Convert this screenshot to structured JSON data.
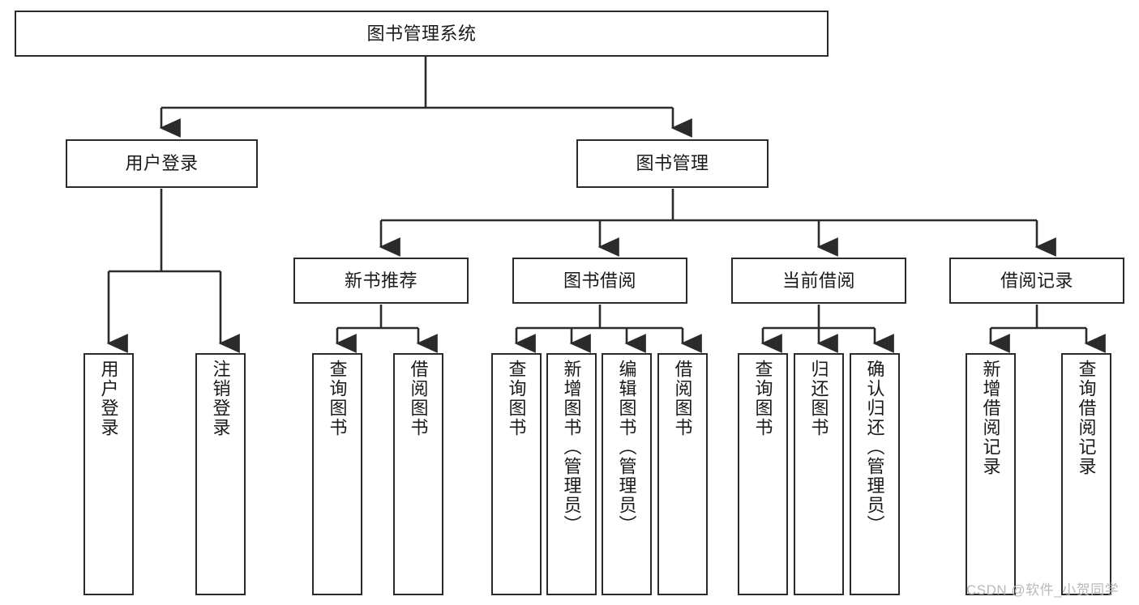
{
  "diagram": {
    "title": "图书管理系统",
    "type": "tree-hierarchy",
    "orientation": "top-down"
  },
  "nodes": {
    "root": {
      "label": "图书管理系统"
    },
    "level2": [
      {
        "id": "user-login",
        "label": "用户登录"
      },
      {
        "id": "book-manage",
        "label": "图书管理"
      }
    ],
    "level3": [
      {
        "id": "new-book-recommend",
        "label": "新书推荐"
      },
      {
        "id": "book-borrow",
        "label": "图书借阅"
      },
      {
        "id": "current-borrow",
        "label": "当前借阅"
      },
      {
        "id": "borrow-record",
        "label": "借阅记录"
      }
    ],
    "leaves": {
      "user_login": [
        {
          "id": "leaf-user-login",
          "label": "用户登录"
        },
        {
          "id": "leaf-logout-login",
          "label": "注销登录"
        }
      ],
      "new_book_recommend": [
        {
          "id": "leaf-query-book-1",
          "label": "查询图书"
        },
        {
          "id": "leaf-borrow-book-1",
          "label": "借阅图书"
        }
      ],
      "book_borrow": [
        {
          "id": "leaf-query-book-2",
          "label": "查询图书"
        },
        {
          "id": "leaf-add-book",
          "label": "新增图书（管理员）"
        },
        {
          "id": "leaf-edit-book",
          "label": "编辑图书（管理员）"
        },
        {
          "id": "leaf-borrow-book-2",
          "label": "借阅图书"
        }
      ],
      "current_borrow": [
        {
          "id": "leaf-query-book-3",
          "label": "查询图书"
        },
        {
          "id": "leaf-return-book",
          "label": "归还图书"
        },
        {
          "id": "leaf-confirm-return",
          "label": "确认归还（管理员）"
        }
      ],
      "borrow_record": [
        {
          "id": "leaf-add-record",
          "label": "新增借阅记录"
        },
        {
          "id": "leaf-query-record",
          "label": "查询借阅记录"
        }
      ]
    }
  },
  "watermark": {
    "text": "CSDN @软件_小贺同学"
  },
  "colors": {
    "stroke": "#2b2b2b",
    "background": "#ffffff",
    "text": "#1a1a1a",
    "watermark": "#b9b9b9"
  }
}
